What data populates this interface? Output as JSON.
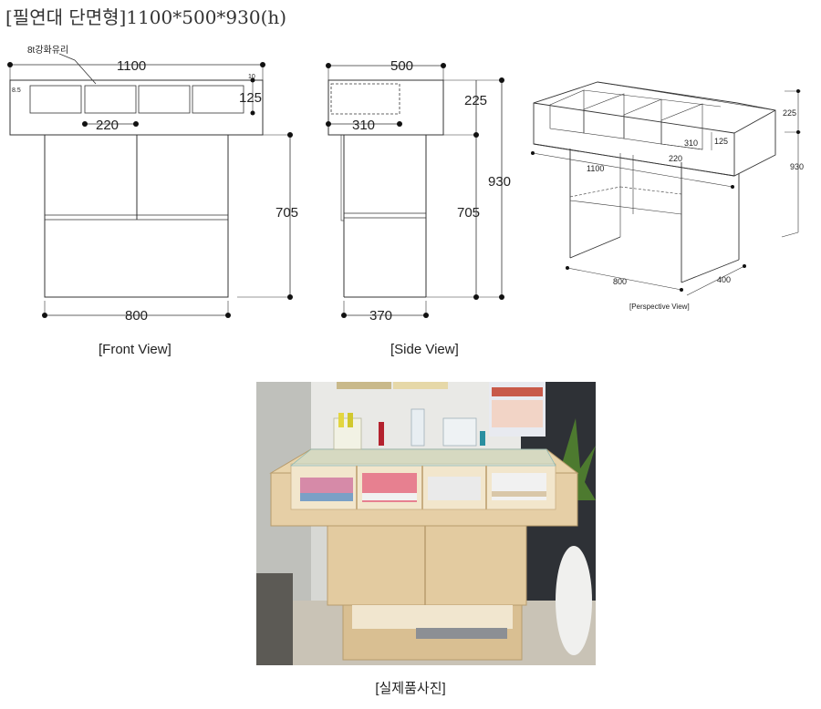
{
  "title": "[필연대 단면형]1100*500*930(h)",
  "front_view": {
    "caption": "[Front View]",
    "glass_label": "8t강화유리",
    "dim_width": "1100",
    "dim_gap": "10",
    "dim_side": "8.5",
    "dim_depth": "125",
    "dim_cell": "220",
    "dim_body_height": "705",
    "dim_body_width": "800"
  },
  "side_view": {
    "caption": "[Side View]",
    "dim_width": "500",
    "dim_top_height": "225",
    "dim_inner": "310",
    "dim_total_height": "930",
    "dim_body_height": "705",
    "dim_body_width": "370"
  },
  "perspective_view": {
    "caption": "[Perspective View]",
    "dim_top_height": "225",
    "dim_total_height": "930",
    "dim_inner": "310",
    "dim_depth": "125",
    "dim_cell": "220",
    "dim_width": "1100",
    "dim_body_width": "800",
    "dim_body_depth": "400"
  },
  "photo": {
    "caption": "[실제품사진]"
  },
  "colors": {
    "wood": "#e6cfa6",
    "wood_dark": "#c9ad7f",
    "wall": "#dcdcd8",
    "floor": "#c8c2b4"
  }
}
